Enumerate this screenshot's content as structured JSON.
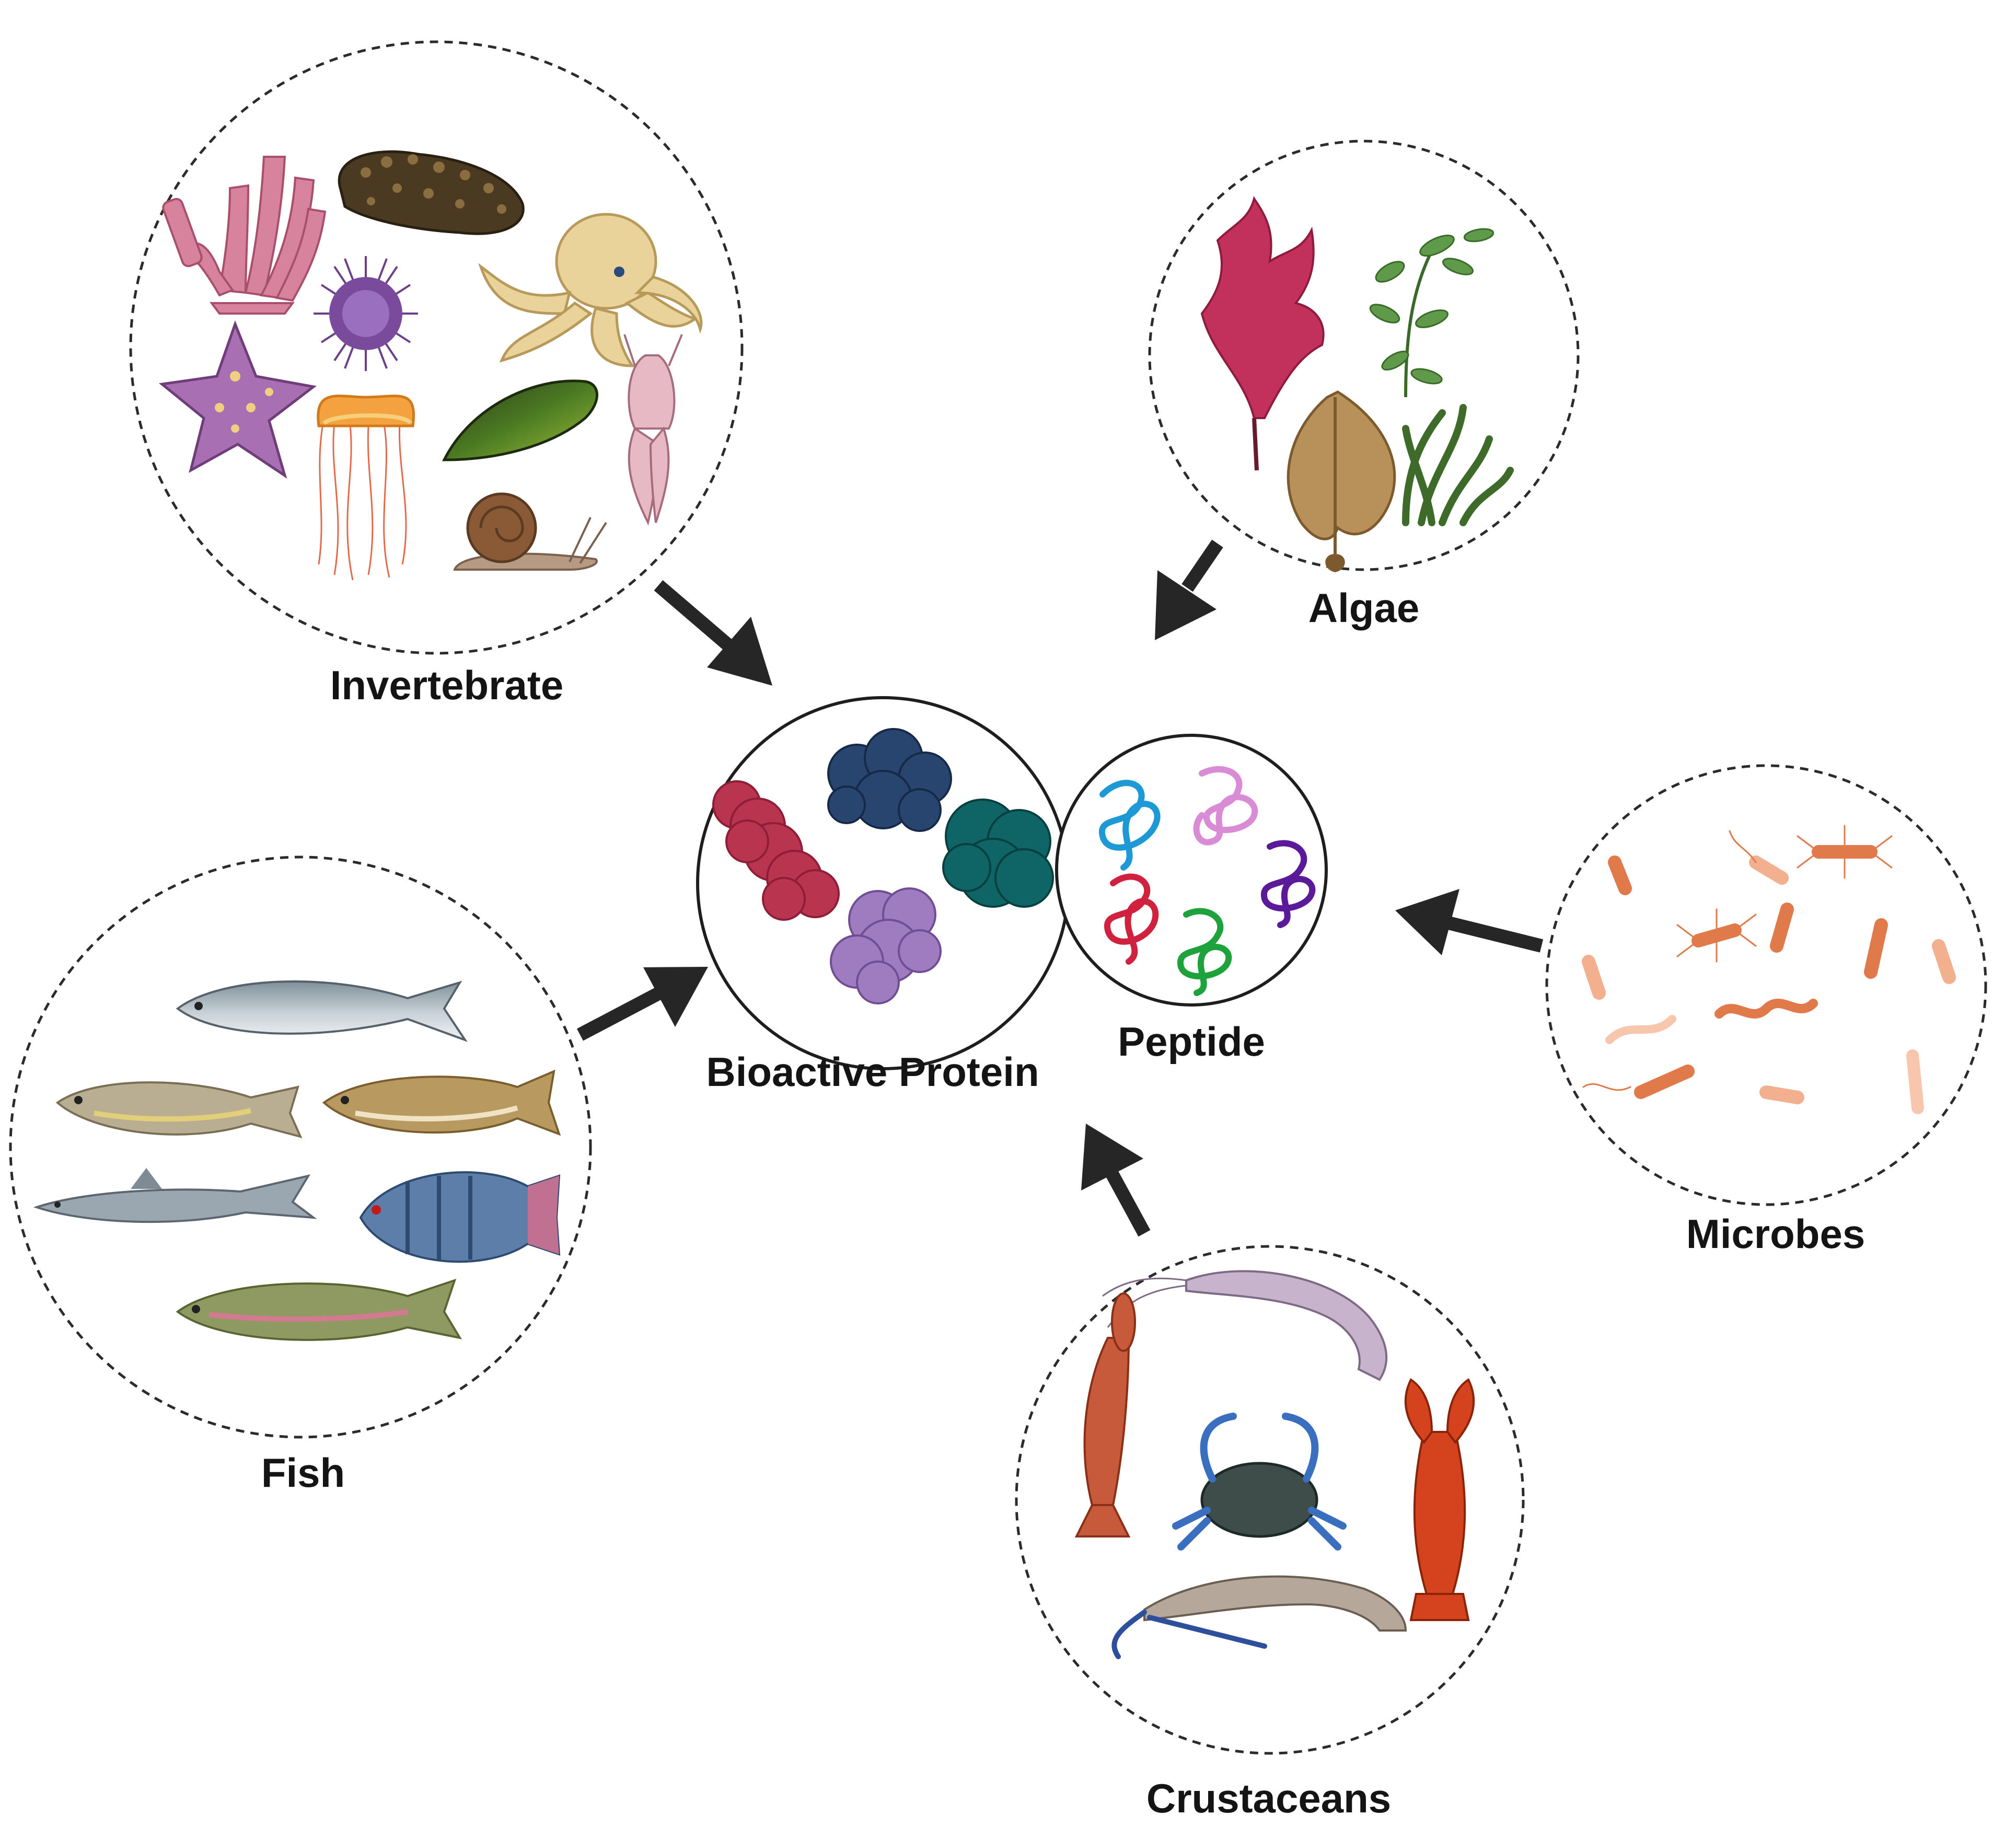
{
  "center": {
    "protein_label": "Bioactive Protein",
    "peptide_label": "Peptide"
  },
  "sources": [
    {
      "key": "invertebrate",
      "label": "Invertebrate"
    },
    {
      "key": "algae",
      "label": "Algae"
    },
    {
      "key": "fish",
      "label": "Fish"
    },
    {
      "key": "microbes",
      "label": "Microbes"
    },
    {
      "key": "crustaceans",
      "label": "Crustaceans"
    }
  ],
  "colors": {
    "protein_blobs": [
      "#b8344f",
      "#27456e",
      "#0f6566",
      "#9f7bbf"
    ],
    "peptide_strands": [
      "#1d9ad6",
      "#d98bd6",
      "#d0223f",
      "#1ea33c",
      "#5a1a99"
    ],
    "microbe": "#e07a4a",
    "arrow": "#262626"
  }
}
